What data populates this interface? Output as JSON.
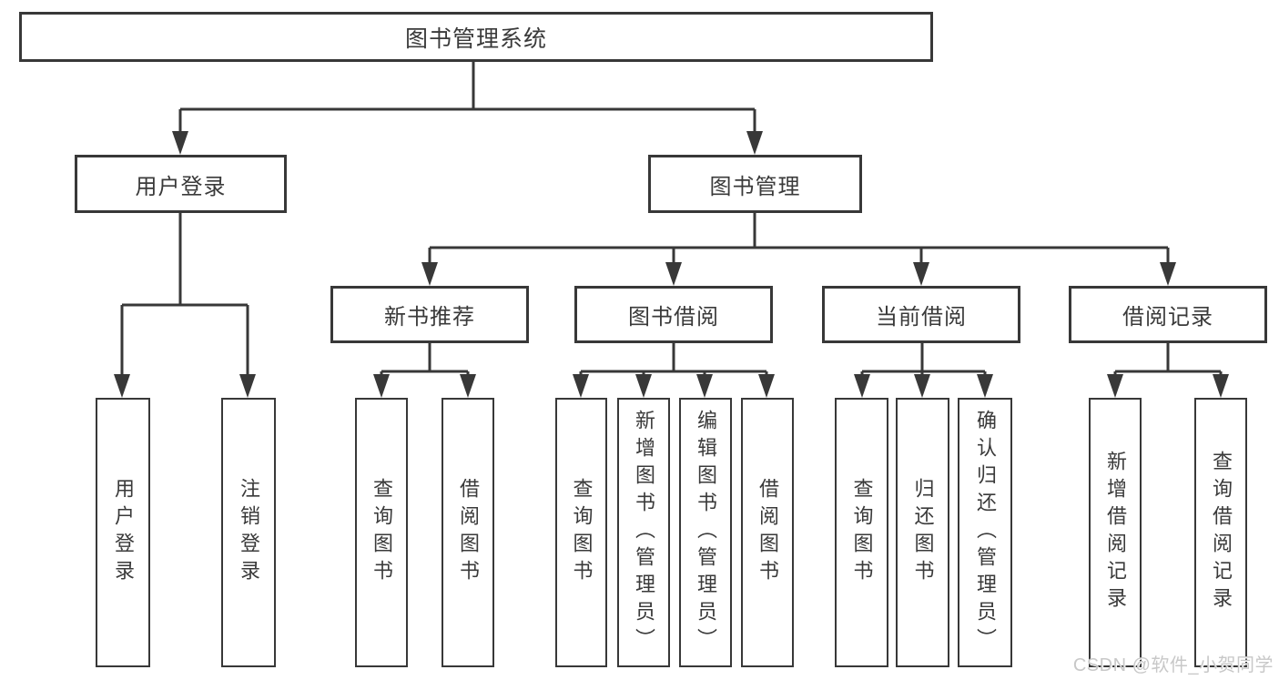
{
  "diagram": {
    "type": "hierarchy",
    "root": "图书管理系统",
    "level2": {
      "user_login": "用户登录",
      "book_management": "图书管理"
    },
    "level3": {
      "new_book": "新书推荐",
      "book_borrow": "图书借阅",
      "current_borrow": "当前借阅",
      "borrow_records": "借阅记录"
    },
    "leaves": {
      "user_login_1": "用户登录",
      "user_login_2": "注销登录",
      "new_book_1": "查询图书",
      "new_book_2": "借阅图书",
      "book_borrow_1": "查询图书",
      "book_borrow_2": "新增图书（管理员）",
      "book_borrow_3": "编辑图书（管理员）",
      "book_borrow_4": "借阅图书",
      "current_borrow_1": "查询图书",
      "current_borrow_2": "归还图书",
      "current_borrow_3": "确认归还（管理员）",
      "borrow_records_1": "新增借阅记录",
      "borrow_records_2": "查询借阅记录"
    },
    "tree": {
      "图书管理系统": {
        "用户登录": [
          "用户登录",
          "注销登录"
        ],
        "图书管理": {
          "新书推荐": [
            "查询图书",
            "借阅图书"
          ],
          "图书借阅": [
            "查询图书",
            "新增图书（管理员）",
            "编辑图书（管理员）",
            "借阅图书"
          ],
          "当前借阅": [
            "查询图书",
            "归还图书",
            "确认归还（管理员）"
          ],
          "借阅记录": [
            "新增借阅记录",
            "查询借阅记录"
          ]
        }
      }
    }
  },
  "watermark": "CSDN @软件_小贺同学",
  "colors": {
    "line": "#383838",
    "text": "#3a3a3a",
    "box_background": "#ffffff",
    "watermark": "#c8c8c8",
    "background": "#ffffff"
  }
}
